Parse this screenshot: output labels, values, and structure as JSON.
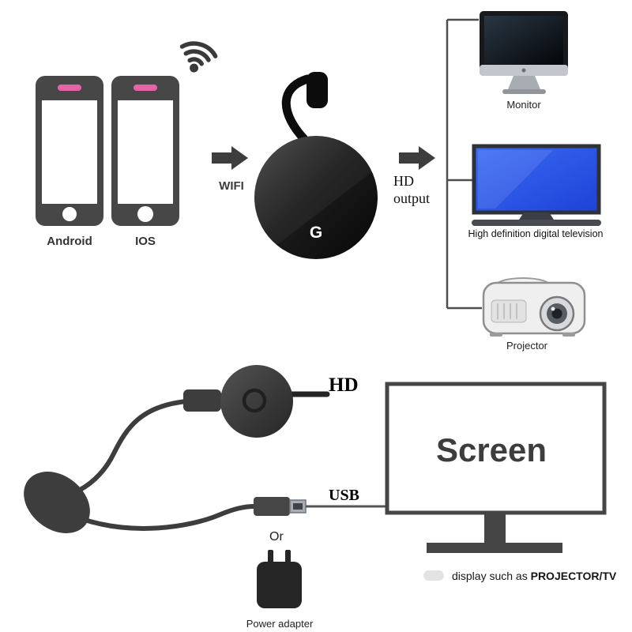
{
  "meta": {
    "background": "#ffffff"
  },
  "colors": {
    "outline_gray": "#4a4a4a",
    "tv_blue": "#2b57e8",
    "dongle_black": "#111111",
    "speaker_pink": "#e763a8"
  },
  "icons": {
    "wifi_icon": "wifi signal arcs",
    "android_phone_icon": "smartphone outline",
    "ios_phone_icon": "smartphone outline",
    "arrow_right_icon": "solid right arrow",
    "dongle_icon": "round streaming dongle with hdmi cable",
    "monitor_icon": "desktop monitor",
    "tv_icon": "flat screen television",
    "projector_icon": "video projector",
    "hdmi_plug_icon": "hdmi plug",
    "usb_plug_icon": "usb plug",
    "receiver_icon": "teardrop receiver",
    "power_adapter_icon": "wall power adapter",
    "screen_icon": "display outline"
  },
  "top": {
    "phone_left_label": "Android",
    "phone_right_label": "IOS",
    "wifi_arrow_label": "WIFI",
    "hd_output_label_line1": "HD",
    "hd_output_label_line2": "output",
    "dongle_logo": "G",
    "devices": [
      {
        "label": "Monitor"
      },
      {
        "label": "High definition digital television"
      },
      {
        "label": "Projector"
      }
    ]
  },
  "bottom": {
    "hd_label": "HD",
    "usb_label": "USB",
    "or_label": "Or",
    "power_adapter_label": "Power adapter",
    "screen_label": "Screen",
    "caption_regular": "display such as ",
    "caption_bold": "PROJECTOR/TV"
  }
}
